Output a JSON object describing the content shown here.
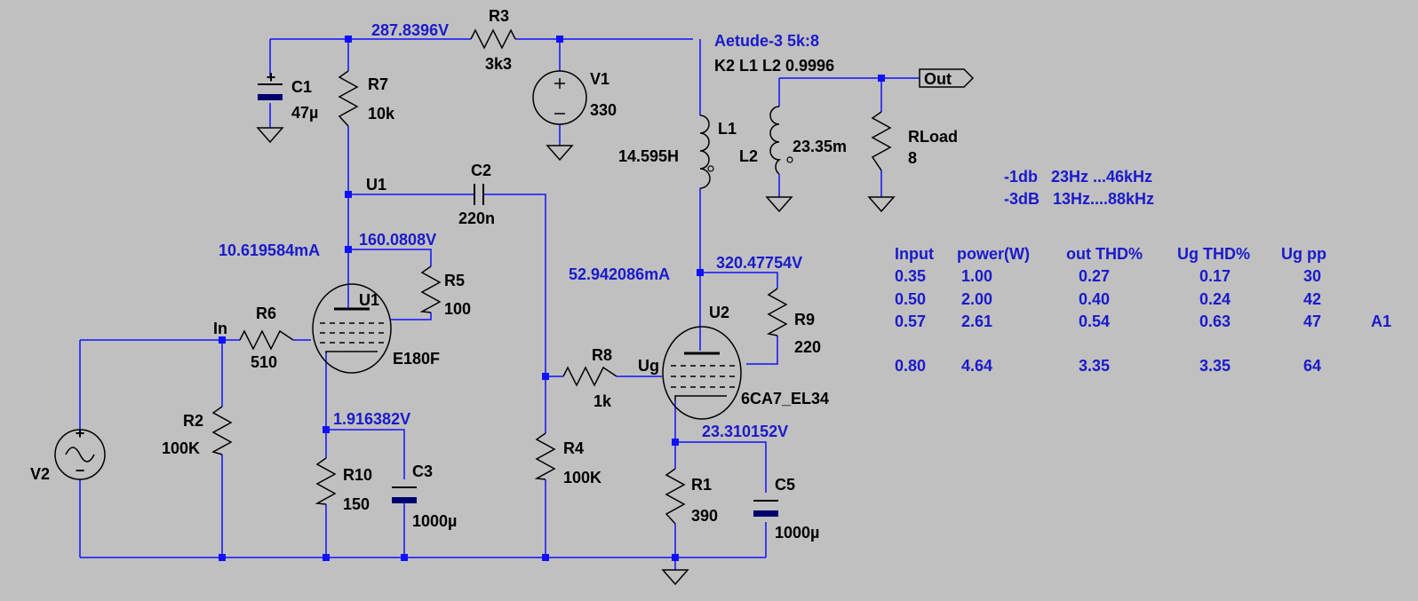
{
  "schematic": {
    "nets": {
      "v_top": "287.8396V",
      "u1_plate_v": "160.0808V",
      "u1_plate_i": "10.619584mA",
      "u1_cath_v": "1.916382V",
      "u2_plate_i": "52.942086mA",
      "u2_plate_v": "320.47754V",
      "u2_cath_v": "23.310152V"
    },
    "netlabels": {
      "u1": "U1",
      "in": "In",
      "ug": "Ug",
      "out": "Out"
    },
    "transformer": {
      "name": "Aetude-3 5k:8",
      "coupling": "K2 L1 L2  0.9996"
    },
    "components": {
      "r3": {
        "name": "R3",
        "value": "3k3"
      },
      "c1": {
        "name": "C1",
        "value": "47µ"
      },
      "r7": {
        "name": "R7",
        "value": "10k"
      },
      "v1": {
        "name": "V1",
        "value": "330"
      },
      "c2": {
        "name": "C2",
        "value": "220n"
      },
      "r5": {
        "name": "R5",
        "value": "100"
      },
      "u1": {
        "name": "U1",
        "value": "E180F"
      },
      "r6": {
        "name": "R6",
        "value": "510"
      },
      "r2": {
        "name": "R2",
        "value": "100K"
      },
      "v2": {
        "name": "V2"
      },
      "r10": {
        "name": "R10",
        "value": "150"
      },
      "c3": {
        "name": "C3",
        "value": "1000µ"
      },
      "r4": {
        "name": "R4",
        "value": "100K"
      },
      "r8": {
        "name": "R8",
        "value": "1k"
      },
      "u2": {
        "name": "U2",
        "value": "6CA7_EL34"
      },
      "r9": {
        "name": "R9",
        "value": "220"
      },
      "r1": {
        "name": "R1",
        "value": "390"
      },
      "c5": {
        "name": "C5",
        "value": "1000µ"
      },
      "l1": {
        "name": "L1",
        "value": "14.595H"
      },
      "l2": {
        "name": "L2",
        "value": "23.35m"
      },
      "rload": {
        "name": "RLoad",
        "value": "8"
      }
    },
    "bandwidth": [
      "-1db   23Hz ...46kHz",
      "-3dB   13Hz....88kHz"
    ],
    "table": {
      "headers": [
        "Input",
        "power(W)",
        "out THD%",
        "Ug THD%",
        "Ug pp"
      ],
      "rows": [
        [
          "0.35",
          "1.00",
          "0.27",
          "0.17",
          "30",
          ""
        ],
        [
          "0.50",
          "2.00",
          "0.40",
          "0.24",
          "42",
          ""
        ],
        [
          "0.57",
          "2.61",
          "0.54",
          "0.63",
          "47",
          "A1"
        ],
        [
          "0.80",
          "4.64",
          "3.35",
          "3.35",
          "64",
          ""
        ]
      ]
    }
  }
}
